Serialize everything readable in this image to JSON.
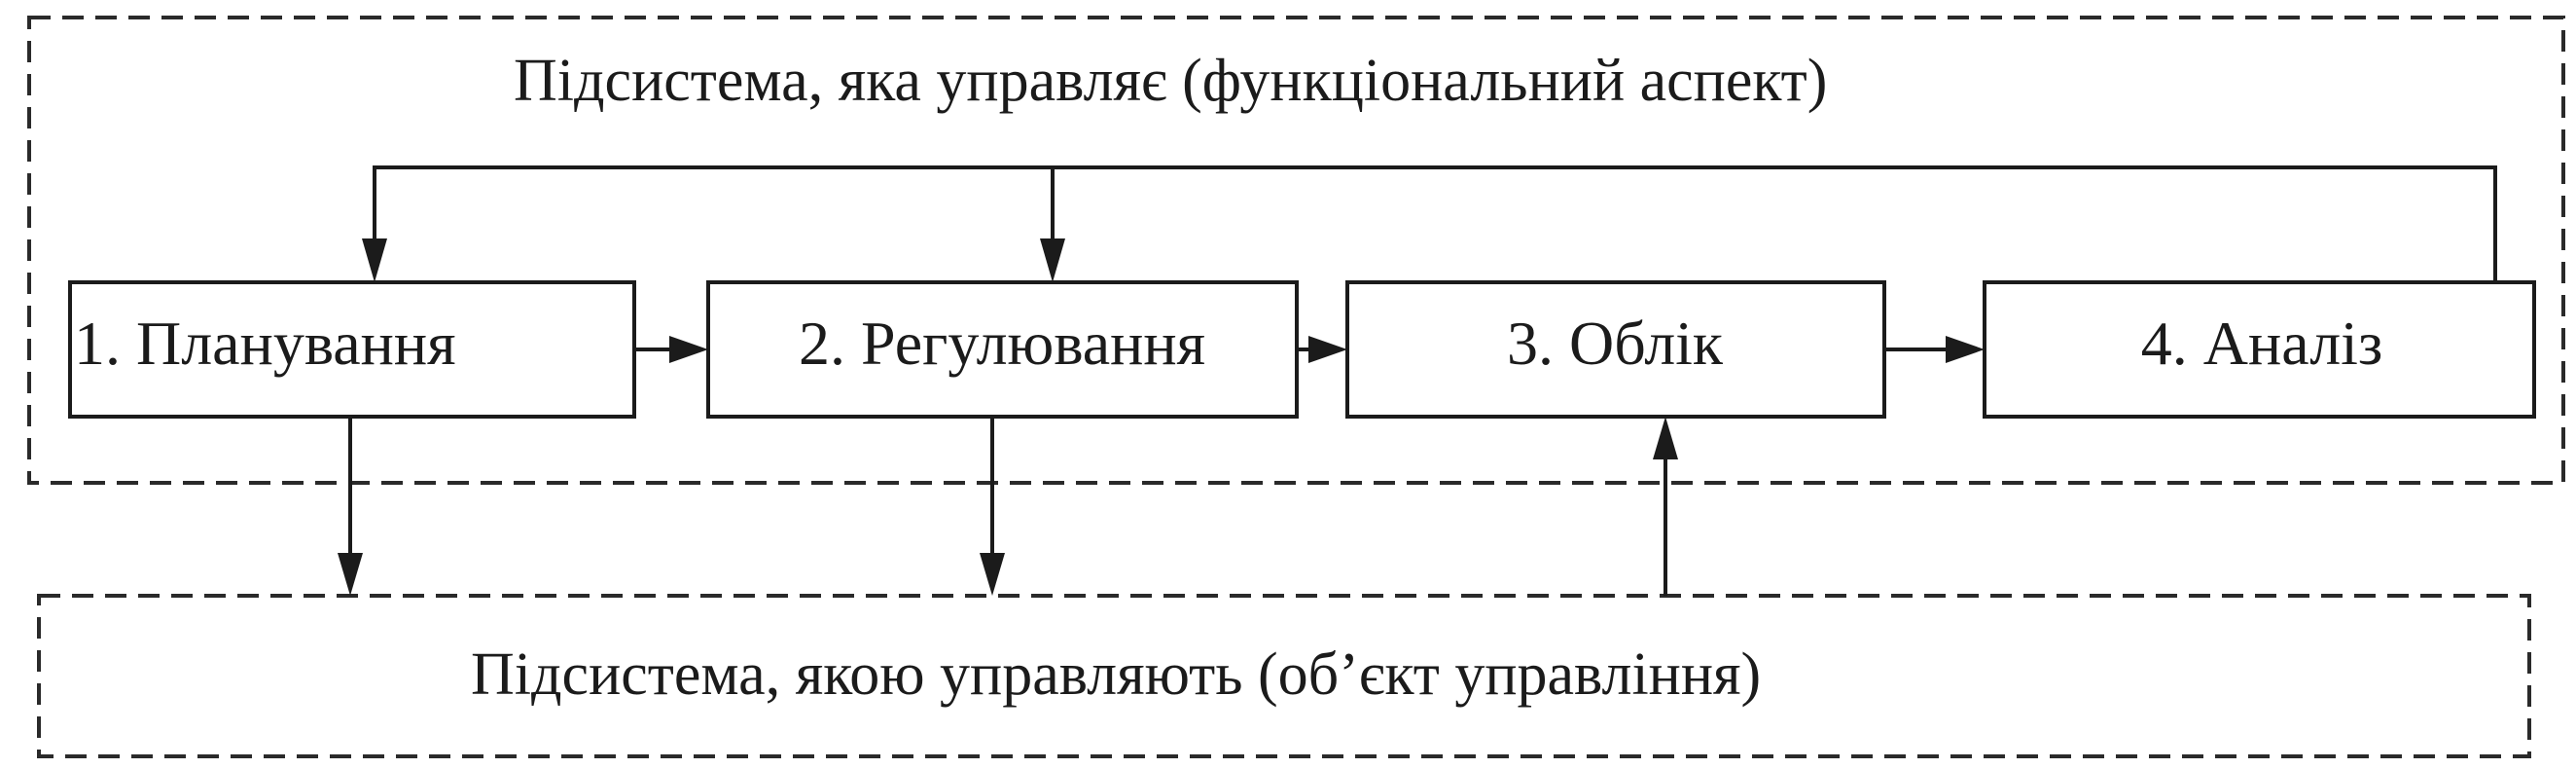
{
  "diagram": {
    "control_subsystem_label": "Підсистема, яка управляє (функціональний аспект)",
    "controlled_subsystem_label": "Підсистема, якою управляють (об’єкт управління)",
    "stages": [
      {
        "id": "planning",
        "label": "1. Планування"
      },
      {
        "id": "regulation",
        "label": "2. Регулювання"
      },
      {
        "id": "accounting",
        "label": "3. Облік"
      },
      {
        "id": "analysis",
        "label": "4. Аналіз"
      }
    ]
  }
}
